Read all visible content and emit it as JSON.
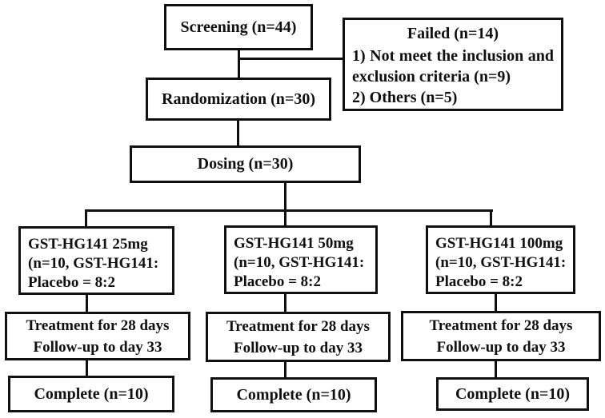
{
  "diagram": {
    "background_color": "#ffffff",
    "line_color": "#101010",
    "nodes": {
      "screening": {
        "label": "Screening (n=44)"
      },
      "failed": {
        "title": "Failed (n=14)",
        "items": [
          "1) Not meet the inclusion and exclusion criteria (n=9)",
          "2) Others (n=5)"
        ]
      },
      "randomization": {
        "label": "Randomization (n=30)"
      },
      "dosing": {
        "label": "Dosing (n=30)"
      },
      "arm_25mg": {
        "lines": [
          "GST-HG141 25mg",
          "(n=10, GST-HG141:",
          "Placebo = 8:2"
        ]
      },
      "arm_50mg": {
        "lines": [
          "GST-HG141 50mg",
          "(n=10, GST-HG141:",
          "Placebo = 8:2"
        ]
      },
      "arm_100mg": {
        "lines": [
          "GST-HG141 100mg",
          "(n=10, GST-HG141:",
          "Placebo = 8:2"
        ]
      },
      "treatment_1": {
        "lines": [
          "Treatment for 28 days",
          "Follow-up to day 33"
        ]
      },
      "treatment_2": {
        "lines": [
          "Treatment for 28 days",
          "Follow-up to day 33"
        ]
      },
      "treatment_3": {
        "lines": [
          "Treatment for 28 days",
          "Follow-up to day 33"
        ]
      },
      "complete_1": {
        "label": "Complete (n=10)"
      },
      "complete_2": {
        "label": "Complete (n=10)"
      },
      "complete_3": {
        "label": "Complete (n=10)"
      }
    }
  }
}
